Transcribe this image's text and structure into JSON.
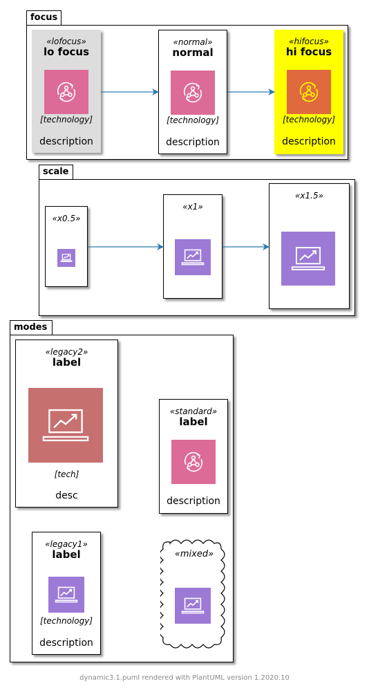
{
  "packages": {
    "focus": {
      "title": "focus"
    },
    "scale": {
      "title": "scale"
    },
    "modes": {
      "title": "modes"
    }
  },
  "focus": {
    "lo": {
      "stereotype": "«lofocus»",
      "label": "lo focus",
      "technology": "[technology]",
      "description": "description",
      "icon": "event-bus-icon"
    },
    "normal": {
      "stereotype": "«normal»",
      "label": "normal",
      "technology": "[technology]",
      "description": "description",
      "icon": "event-bus-icon"
    },
    "hi": {
      "stereotype": "«hifocus»",
      "label": "hi focus",
      "technology": "[technology]",
      "description": "description",
      "icon": "event-bus-icon"
    }
  },
  "scale": {
    "half": {
      "stereotype": "«x0.5»",
      "icon": "laptop-chart-icon"
    },
    "one": {
      "stereotype": "«x1»",
      "icon": "laptop-chart-icon"
    },
    "onehalf": {
      "stereotype": "«x1.5»",
      "icon": "laptop-chart-icon"
    }
  },
  "modes": {
    "legacy2": {
      "stereotype": "«legacy2»",
      "label": "label",
      "technology": "[tech]",
      "description": "desc",
      "icon": "laptop-chart-icon"
    },
    "standard": {
      "stereotype": "«standard»",
      "label": "label",
      "description": "description",
      "icon": "event-bus-icon"
    },
    "legacy1": {
      "stereotype": "«legacy1»",
      "label": "label",
      "technology": "[technology]",
      "description": "description",
      "icon": "laptop-chart-icon"
    },
    "mixed": {
      "stereotype": "«mixed»",
      "icon": "laptop-chart-icon"
    }
  },
  "colors": {
    "lofocus_bg": "#dddddd",
    "hifocus_bg": "#ffff00",
    "pink": "#dd6b97",
    "orange": "#e06a3e",
    "purple": "#9c7ad6",
    "legacy_red": "#c6706f",
    "arrow": "#2a7ab0"
  },
  "footer": "dynamic3.1.puml rendered with PlantUML version 1.2020.10"
}
